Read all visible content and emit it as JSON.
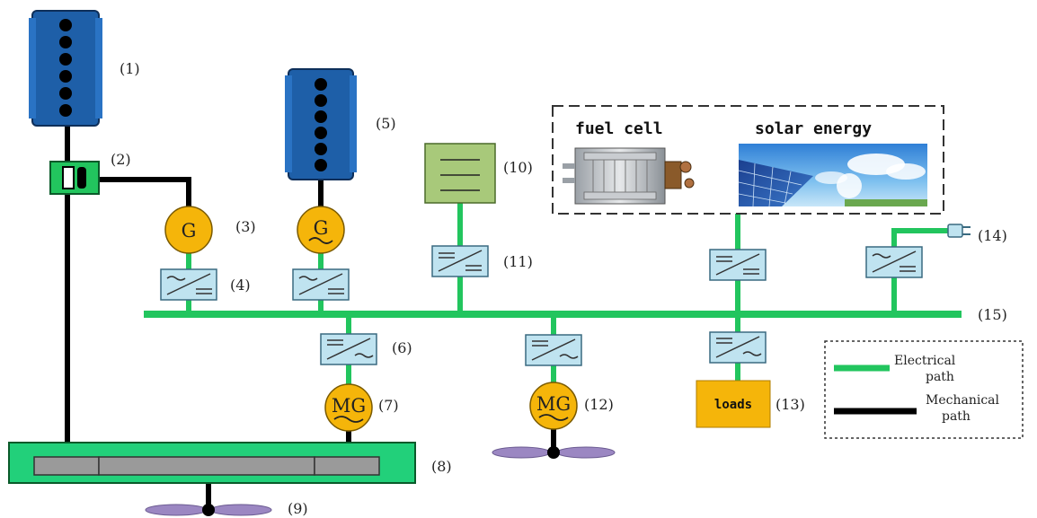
{
  "labels": {
    "n1": "(1)",
    "n2": "(2)",
    "n3": "(3)",
    "n4": "(4)",
    "n5": "(5)",
    "n6": "(6)",
    "n7": "(7)",
    "n8": "(8)",
    "n9": "(9)",
    "n10": "(10)",
    "n11": "(11)",
    "n12": "(12)",
    "n13": "(13)",
    "n14": "(14)",
    "n15": "(15)"
  },
  "generator_symbol": "G",
  "motor_generator_symbol": "MG",
  "renewables": {
    "fuel_cell": "fuel cell",
    "solar_energy": "solar energy"
  },
  "loads_label": "loads",
  "legend": {
    "electrical_line1": "Electrical",
    "electrical_line2": "path",
    "mechanical_line1": "Mechanical",
    "mechanical_line2": "path"
  },
  "colors": {
    "electrical": "#22c55e",
    "mechanical": "#000000",
    "engine": "#1e5fa8",
    "generator": "#f5b50a",
    "converter": "#bfe3f0",
    "battery": "#a8c97a",
    "loads": "#f5b50a",
    "gearbox": "#22d07a"
  }
}
